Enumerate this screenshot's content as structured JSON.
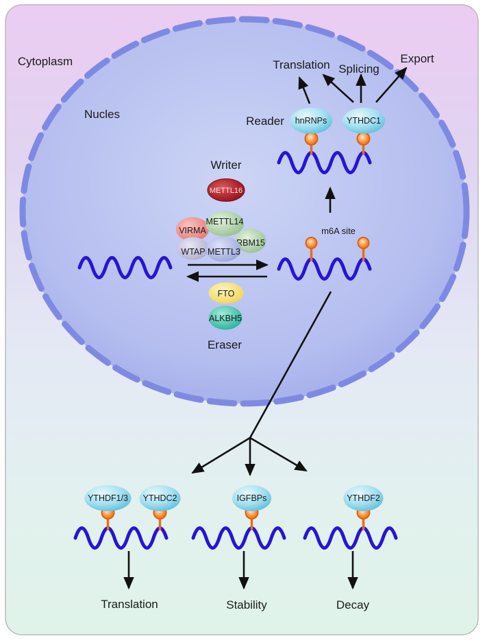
{
  "figure_title": "m6A RNA methylation pathway diagram",
  "labels": {
    "cytoplasm": "Cytoplasm",
    "nucleus": "Nucles",
    "writer": "Writer",
    "eraser": "Eraser",
    "reader": "Reader",
    "m6a_site": "m6A site",
    "translation_nuclear": "Translation",
    "splicing": "Splicing",
    "export": "Export",
    "translation_cyto": "Translation",
    "stability": "Stability",
    "decay": "Decay"
  },
  "proteins": {
    "mettl16": "METTL16",
    "virma": "VIRMA",
    "mettl14": "METTL14",
    "rbm15": "RBM15",
    "wtap": "WTAP",
    "mettl3": "METTL3",
    "fto": "FTO",
    "alkbh5": "ALKBH5",
    "hnrnps": "hnRNPs",
    "ythdc1": "YTHDC1",
    "ythdf13": "YTHDF1/3",
    "ythdc2": "YTHDC2",
    "igfbps": "IGFBPs",
    "ythdf2": "YTHDF2"
  },
  "colors": {
    "rna_strand": "#2814d4",
    "m6a_marker": "#f07818",
    "nucleus_border": "#7e8ae2",
    "arrow": "#111111",
    "reader_ellipse": "#58bcdc",
    "mettl16_ellipse": "#9a1620",
    "fto_ellipse": "#f0d455",
    "alkbh5_ellipse": "#1fae96",
    "background_top": "#ecccf2",
    "background_bottom": "#dff3e9"
  }
}
